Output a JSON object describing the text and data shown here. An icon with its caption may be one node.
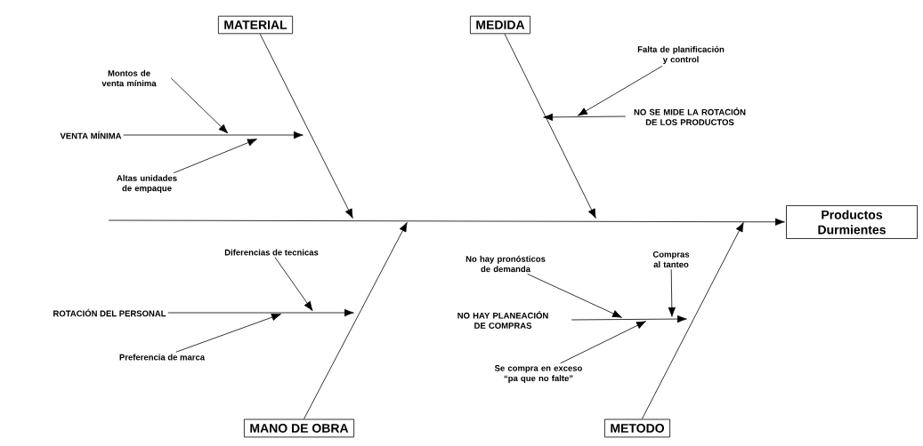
{
  "diagram": {
    "nodes": [
      {
        "text": [
          "MATERIAL"
        ]
      },
      {
        "text": [
          "MEDIDA"
        ]
      },
      {
        "text": [
          "Productos Durmientes"
        ]
      },
      {
        "text": [
          "MANO DE OBRA"
        ]
      },
      {
        "text": [
          "METODO"
        ]
      },
      {
        "text": [
          "Montos de venta mínima"
        ]
      },
      {
        "text": [
          "VENTA MÍNIMA"
        ]
      },
      {
        "text": [
          "Altas unidades de empaque"
        ]
      },
      {
        "text": [
          "Falta de planificación y control"
        ]
      },
      {
        "text": [
          "NO SE MIDE LA ROTACIÓN DE LOS PRODUCTOS"
        ]
      },
      {
        "text": [
          "Diferencias de tecnicas"
        ]
      },
      {
        "text": [
          "ROTACIÓN DEL PERSONAL"
        ]
      },
      {
        "text": [
          "Preferencia de marca"
        ]
      },
      {
        "text": [
          "No hay pronósticos de demanda"
        ]
      },
      {
        "text": [
          "Compras al tanteo"
        ]
      },
      {
        "text": [
          "NO HAY PLANEACIÓN DE COMPRAS"
        ]
      },
      {
        "text": [
          "Se compra en exceso “pa que no falte”"
        ]
      }
    ],
    "edges": [
      {
        "from": null,
        "to": 2,
        "arrow": "to"
      },
      {
        "from": 0,
        "to": null,
        "arrow": "to"
      },
      {
        "from": 1,
        "to": null,
        "arrow": "to"
      },
      {
        "from": 3,
        "to": null,
        "arrow": "to"
      },
      {
        "from": 4,
        "to": null,
        "arrow": "to"
      },
      {
        "from": 6,
        "to": null,
        "arrow": "to"
      },
      {
        "from": 5,
        "to": null,
        "arrow": "to"
      },
      {
        "from": 7,
        "to": null,
        "arrow": "to"
      },
      {
        "from": 9,
        "to": null,
        "arrow": "to"
      },
      {
        "from": 8,
        "to": null,
        "arrow": "to"
      },
      {
        "from": 11,
        "to": null,
        "arrow": "to"
      },
      {
        "from": 10,
        "to": null,
        "arrow": "to"
      },
      {
        "from": 12,
        "to": null,
        "arrow": "to"
      },
      {
        "from": 15,
        "to": null,
        "arrow": "to"
      },
      {
        "from": 13,
        "to": null,
        "arrow": "to"
      },
      {
        "from": 14,
        "to": null,
        "arrow": "to"
      },
      {
        "from": 16,
        "to": null,
        "arrow": "to"
      }
    ]
  }
}
